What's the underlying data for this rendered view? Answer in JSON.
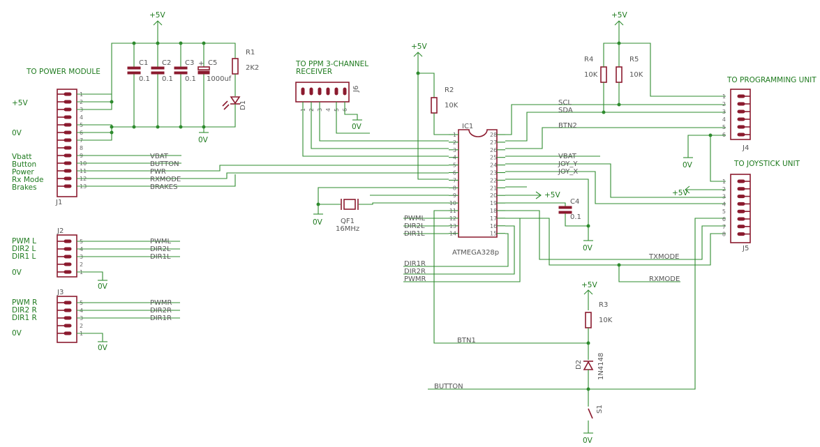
{
  "labels": {
    "power_module": "TO POWER MODULE",
    "ppm_line1": "TO PPM 3-CHANNEL",
    "ppm_line2": "RECEIVER",
    "prog_unit": "TO PROGRAMMING UNIT",
    "joy_unit": "TO JOYSTICK UNIT"
  },
  "supply": {
    "plus5": "+5V",
    "zero": "0V"
  },
  "j1": {
    "ref": "J1",
    "pins": [
      "1",
      "2",
      "3",
      "4",
      "5",
      "6",
      "7",
      "8",
      "9",
      "10",
      "11",
      "12",
      "13"
    ],
    "side_labels": [
      "+5V",
      "0V",
      "Vbatt",
      "Button",
      "Power",
      "Rx Mode",
      "Brakes"
    ],
    "nets": [
      "VBAT",
      "BUTTON",
      "PWR",
      "RXMODE",
      "BRAKES"
    ]
  },
  "j2": {
    "ref": "J2",
    "pins": [
      "5",
      "4",
      "3",
      "2",
      "1"
    ],
    "side_labels": [
      "PWM L",
      "DIR2 L",
      "DIR1 L",
      "0V"
    ],
    "nets": [
      "PWML",
      "DIR2L",
      "DIR1L"
    ]
  },
  "j3": {
    "ref": "J3",
    "pins": [
      "5",
      "4",
      "3",
      "2",
      "1"
    ],
    "side_labels": [
      "PWM R",
      "DIR2 R",
      "DIR1 R",
      "0V"
    ],
    "nets": [
      "PWMR",
      "DIR2R",
      "DIR1R"
    ]
  },
  "caps": {
    "c1": {
      "ref": "C1",
      "value": "0.1"
    },
    "c2": {
      "ref": "C2",
      "value": "0.1"
    },
    "c3": {
      "ref": "C3",
      "value": "0.1"
    },
    "c5": {
      "ref": "C5",
      "value": "1000uf"
    },
    "c4": {
      "ref": "C4",
      "value": "0.1"
    }
  },
  "r1": {
    "ref": "R1",
    "value": "2K2"
  },
  "d1": {
    "ref": "D1"
  },
  "j6": {
    "ref": "J6",
    "pins": [
      "1",
      "2",
      "3",
      "4",
      "5",
      "6"
    ]
  },
  "r2": {
    "ref": "R2",
    "value": "10K"
  },
  "qf1": {
    "ref": "QF1",
    "value": "16MHz"
  },
  "ic1": {
    "ref": "IC1",
    "part": "ATMEGA328p",
    "left_pins": [
      "1",
      "2",
      "3",
      "4",
      "5",
      "6",
      "7",
      "8",
      "9",
      "10",
      "11",
      "12",
      "13",
      "14"
    ],
    "right_pins": [
      "28",
      "27",
      "26",
      "25",
      "24",
      "23",
      "22",
      "21",
      "20",
      "19",
      "18",
      "17",
      "16",
      "15"
    ]
  },
  "mcu_nets": {
    "left_top": [
      "PWML",
      "DIR2L",
      "DIR1L"
    ],
    "left_bottom": [
      "DIR1R",
      "DIR2R",
      "PWMR"
    ],
    "right": [
      "SCL",
      "SDA",
      "BTN2",
      "VBAT",
      "JOY_Y",
      "JOY_X"
    ],
    "bottom": [
      "TXMODE",
      "RXMODE",
      "BTN1",
      "BUTTON"
    ]
  },
  "r4": {
    "ref": "R4",
    "value": "10K"
  },
  "r5": {
    "ref": "R5",
    "value": "10K"
  },
  "j4": {
    "ref": "J4",
    "pins": [
      "1",
      "2",
      "3",
      "4",
      "5",
      "6"
    ]
  },
  "j5": {
    "ref": "J5",
    "pins": [
      "1",
      "2",
      "3",
      "4",
      "5",
      "6",
      "7",
      "8"
    ]
  },
  "r3": {
    "ref": "R3",
    "value": "10K"
  },
  "d2": {
    "ref": "D2",
    "value": "1N4148"
  },
  "s1": {
    "ref": "S1"
  }
}
